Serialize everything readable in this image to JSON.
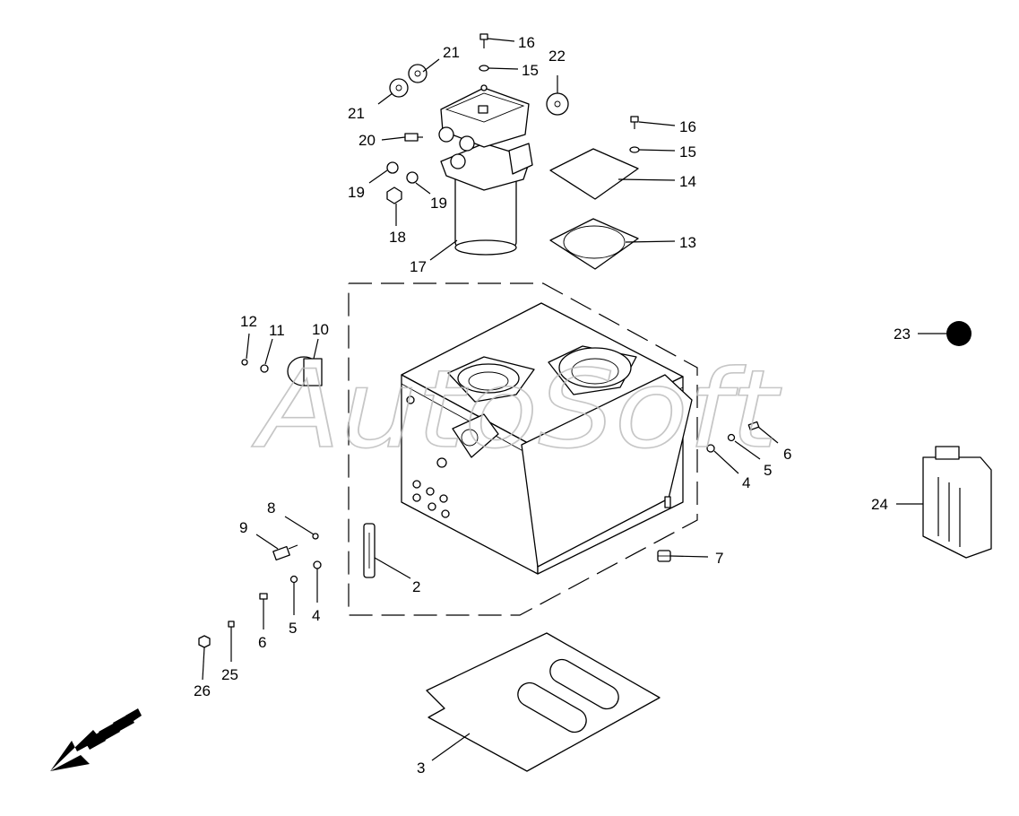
{
  "watermark": "AutoSoft",
  "callouts": {
    "c2": "2",
    "c3": "3",
    "c4a": "4",
    "c4b": "4",
    "c5a": "5",
    "c5b": "5",
    "c6a": "6",
    "c6b": "6",
    "c7": "7",
    "c8": "8",
    "c9": "9",
    "c10": "10",
    "c11": "11",
    "c12": "12",
    "c13": "13",
    "c14": "14",
    "c15a": "15",
    "c15b": "15",
    "c16a": "16",
    "c16b": "16",
    "c17": "17",
    "c18": "18",
    "c19a": "19",
    "c19b": "19",
    "c20": "20",
    "c21a": "21",
    "c21b": "21",
    "c22": "22",
    "c23": "23",
    "c24": "24",
    "c25": "25",
    "c26": "26"
  },
  "colors": {
    "ink": "#000000",
    "watermark": "#bdbdbd",
    "background": "#ffffff"
  },
  "icons": [
    "direction-arrow-icon"
  ]
}
